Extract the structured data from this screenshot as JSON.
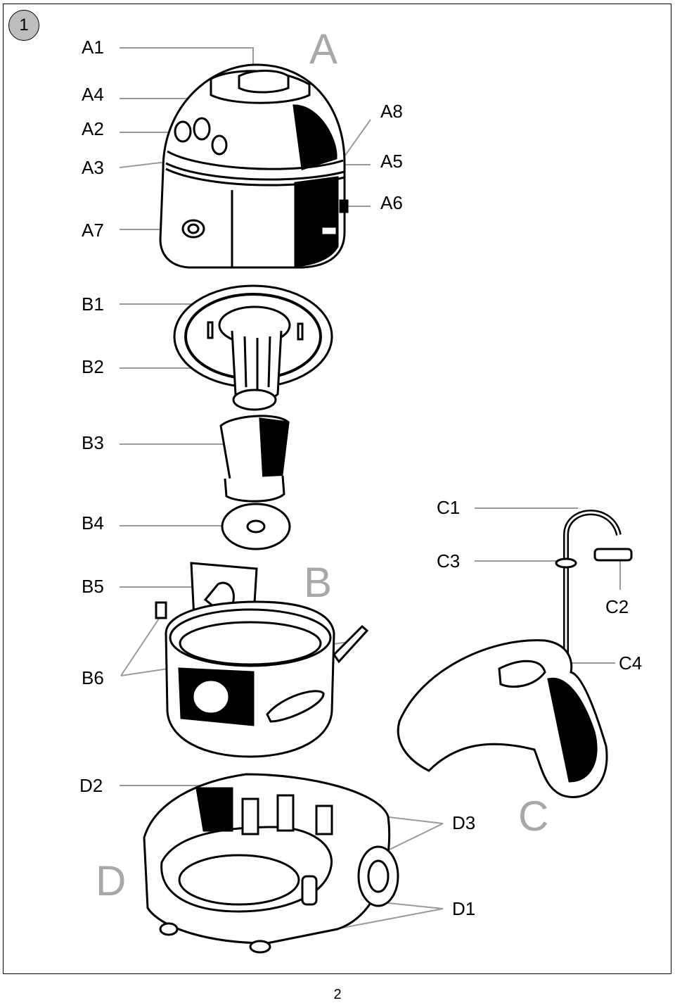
{
  "figure_number": "1",
  "page_number": "2",
  "groups": {
    "A": "A",
    "B": "B",
    "C": "C",
    "D": "D"
  },
  "callouts": {
    "A1": "A1",
    "A2": "A2",
    "A3": "A3",
    "A4": "A4",
    "A5": "A5",
    "A6": "A6",
    "A7": "A7",
    "A8": "A8",
    "B1": "B1",
    "B2": "B2",
    "B3": "B3",
    "B4": "B4",
    "B5": "B5",
    "B6": "B6",
    "C1": "C1",
    "C2": "C2",
    "C3": "C3",
    "C4": "C4",
    "D1": "D1",
    "D2": "D2",
    "D3": "D3"
  },
  "colors": {
    "leader": "#9a9a9a",
    "group_letter": "#a8a8a8",
    "badge": "#bdbdbd"
  }
}
